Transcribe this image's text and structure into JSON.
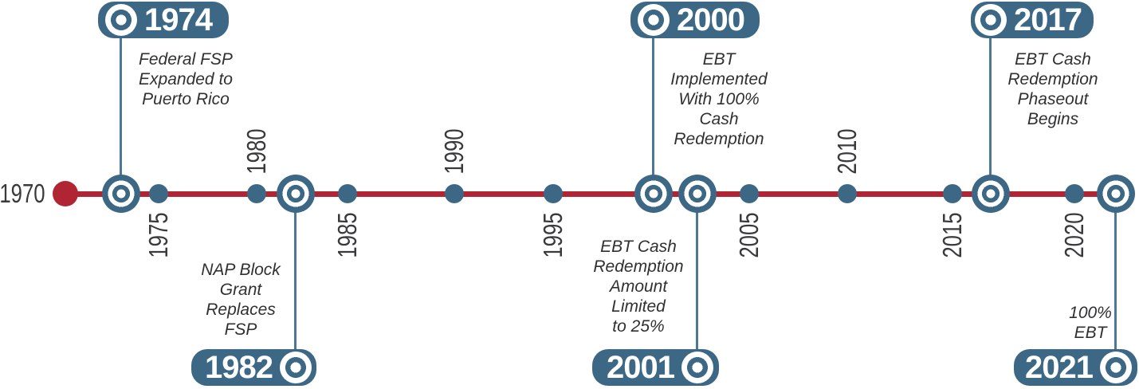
{
  "colors": {
    "accent_blue": "#3d6885",
    "line_red": "#b12433",
    "connector_blue": "#4d7796",
    "text_dark": "#3a3a3c"
  },
  "timeline": {
    "start_label": "1970",
    "ticks": [
      {
        "label": "1975",
        "side": "below"
      },
      {
        "label": "1980",
        "side": "above"
      },
      {
        "label": "1985",
        "side": "below"
      },
      {
        "label": "1990",
        "side": "above"
      },
      {
        "label": "1995",
        "side": "below"
      },
      {
        "label": "2005",
        "side": "below"
      },
      {
        "label": "2010",
        "side": "above"
      },
      {
        "label": "2015",
        "side": "below"
      },
      {
        "label": "2020",
        "side": "below"
      }
    ],
    "events": [
      {
        "year": "1974",
        "badge_side": "top",
        "description": "Federal FSP\nExpanded to\nPuerto Rico"
      },
      {
        "year": "1982",
        "badge_side": "bottom",
        "description": "NAP Block\nGrant\nReplaces\nFSP"
      },
      {
        "year": "2000",
        "badge_side": "top",
        "description": "EBT\nImplemented\nWith 100%\nCash\nRedemption"
      },
      {
        "year": "2001",
        "badge_side": "bottom",
        "description": "EBT Cash\nRedemption\nAmount\nLimited\nto 25%"
      },
      {
        "year": "2017",
        "badge_side": "top",
        "description": "EBT Cash\nRedemption\nPhaseout\nBegins"
      },
      {
        "year": "2021",
        "badge_side": "bottom",
        "description": "100%\nEBT"
      }
    ]
  }
}
